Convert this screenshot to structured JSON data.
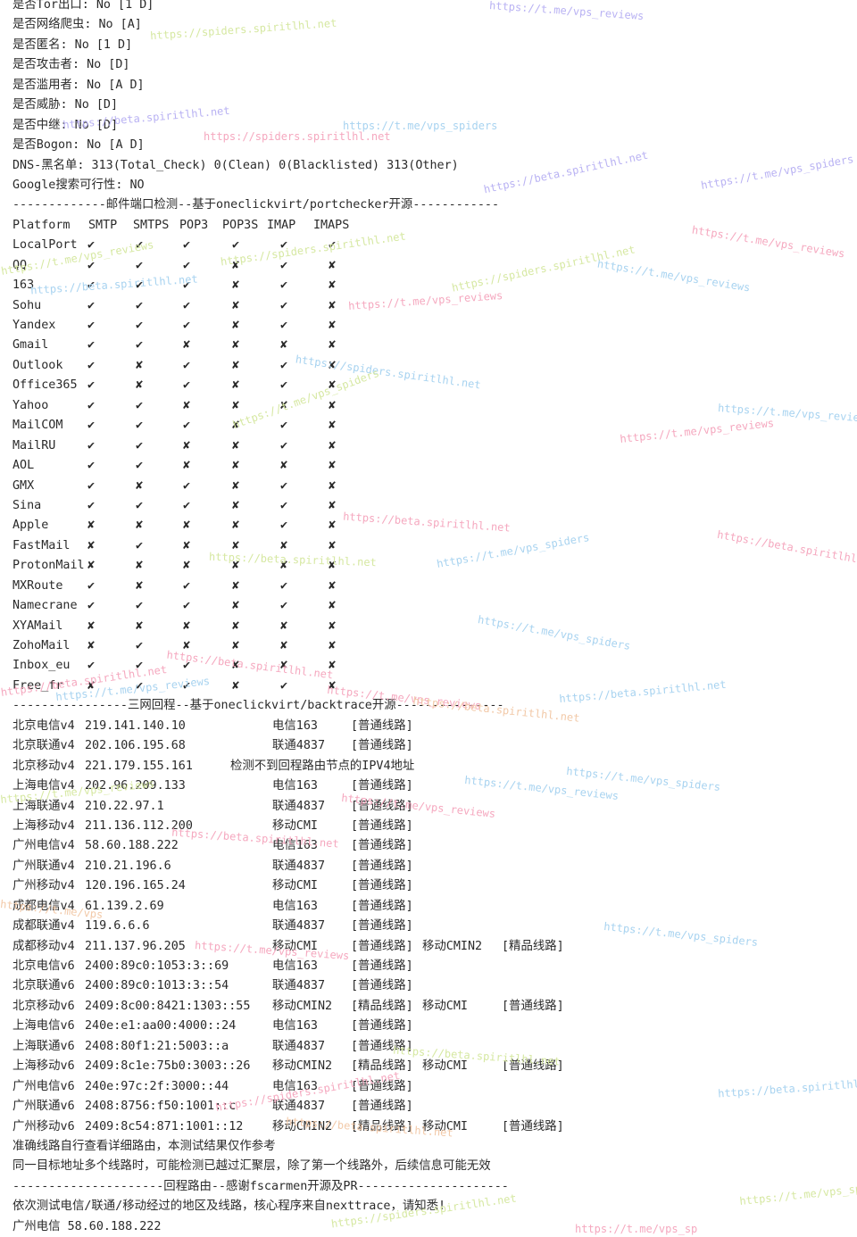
{
  "info_lines": [
    "是否Tor出口: No [1 D]",
    "是否网络爬虫: No [A]",
    "是否匿名: No [1 D]",
    "是否攻击者: No [D]",
    "是否滥用者: No [A D]",
    "是否威胁: No [D]",
    "是否中继: No [D]",
    "是否Bogon: No [A D]",
    "DNS-黑名单: 313(Total_Check) 0(Clean) 0(Blacklisted) 313(Other)",
    "Google搜索可行性: NO"
  ],
  "mail_section": {
    "divider": "-------------邮件端口检测--基于oneclickvirt/portchecker开源------------",
    "headers": [
      "Platform",
      "SMTP",
      "SMTPS",
      "POP3",
      "POP3S",
      "IMAP",
      "IMAPS"
    ],
    "yes_symbol": "✔",
    "no_symbol": "✘",
    "rows": [
      {
        "platform": "LocalPort",
        "ports": [
          "✔",
          "✔",
          "✔",
          "✔",
          "✔",
          "✔"
        ]
      },
      {
        "platform": "QQ",
        "ports": [
          "✔",
          "✔",
          "✔",
          "✘",
          "✔",
          "✘"
        ]
      },
      {
        "platform": "163",
        "ports": [
          "✔",
          "✔",
          "✔",
          "✘",
          "✔",
          "✘"
        ]
      },
      {
        "platform": "Sohu",
        "ports": [
          "✔",
          "✔",
          "✔",
          "✘",
          "✔",
          "✘"
        ]
      },
      {
        "platform": "Yandex",
        "ports": [
          "✔",
          "✔",
          "✔",
          "✘",
          "✔",
          "✘"
        ]
      },
      {
        "platform": "Gmail",
        "ports": [
          "✔",
          "✔",
          "✘",
          "✘",
          "✘",
          "✘"
        ]
      },
      {
        "platform": "Outlook",
        "ports": [
          "✔",
          "✘",
          "✔",
          "✘",
          "✔",
          "✘"
        ]
      },
      {
        "platform": "Office365",
        "ports": [
          "✔",
          "✘",
          "✔",
          "✘",
          "✔",
          "✘"
        ]
      },
      {
        "platform": "Yahoo",
        "ports": [
          "✔",
          "✔",
          "✘",
          "✘",
          "✘",
          "✘"
        ]
      },
      {
        "platform": "MailCOM",
        "ports": [
          "✔",
          "✔",
          "✔",
          "✘",
          "✔",
          "✘"
        ]
      },
      {
        "platform": "MailRU",
        "ports": [
          "✔",
          "✔",
          "✘",
          "✘",
          "✔",
          "✘"
        ]
      },
      {
        "platform": "AOL",
        "ports": [
          "✔",
          "✔",
          "✘",
          "✘",
          "✘",
          "✘"
        ]
      },
      {
        "platform": "GMX",
        "ports": [
          "✔",
          "✘",
          "✔",
          "✘",
          "✔",
          "✘"
        ]
      },
      {
        "platform": "Sina",
        "ports": [
          "✔",
          "✔",
          "✔",
          "✘",
          "✔",
          "✘"
        ]
      },
      {
        "platform": "Apple",
        "ports": [
          "✘",
          "✘",
          "✘",
          "✘",
          "✔",
          "✘"
        ]
      },
      {
        "platform": "FastMail",
        "ports": [
          "✘",
          "✔",
          "✘",
          "✘",
          "✘",
          "✘"
        ]
      },
      {
        "platform": "ProtonMail",
        "ports": [
          "✘",
          "✘",
          "✘",
          "✘",
          "✘",
          "✘"
        ]
      },
      {
        "platform": "MXRoute",
        "ports": [
          "✔",
          "✘",
          "✔",
          "✘",
          "✔",
          "✘"
        ]
      },
      {
        "platform": "Namecrane",
        "ports": [
          "✔",
          "✔",
          "✔",
          "✘",
          "✔",
          "✘"
        ]
      },
      {
        "platform": "XYAMail",
        "ports": [
          "✘",
          "✘",
          "✘",
          "✘",
          "✘",
          "✘"
        ]
      },
      {
        "platform": "ZohoMail",
        "ports": [
          "✘",
          "✔",
          "✘",
          "✘",
          "✘",
          "✘"
        ]
      },
      {
        "platform": "Inbox_eu",
        "ports": [
          "✔",
          "✔",
          "✔",
          "✘",
          "✘",
          "✘"
        ]
      },
      {
        "platform": "Free_fr",
        "ports": [
          "✘",
          "✔",
          "✔",
          "✘",
          "✔",
          "✘"
        ]
      }
    ]
  },
  "route_section": {
    "divider": "----------------三网回程--基于oneclickvirt/backtrace开源---------------",
    "rows": [
      {
        "location": "北京电信v4",
        "ip": "219.141.140.10",
        "c1": "电信163",
        "t1": "[普通线路]",
        "c2": "",
        "t2": "",
        "note": ""
      },
      {
        "location": "北京联通v4",
        "ip": "202.106.195.68",
        "c1": "联通4837",
        "t1": "[普通线路]",
        "c2": "",
        "t2": "",
        "note": ""
      },
      {
        "location": "北京移动v4",
        "ip": "221.179.155.161",
        "c1": "",
        "t1": "",
        "c2": "",
        "t2": "",
        "note": "检测不到回程路由节点的IPV4地址"
      },
      {
        "location": "上海电信v4",
        "ip": "202.96.209.133",
        "c1": "电信163",
        "t1": "[普通线路]",
        "c2": "",
        "t2": "",
        "note": ""
      },
      {
        "location": "上海联通v4",
        "ip": "210.22.97.1",
        "c1": "联通4837",
        "t1": "[普通线路]",
        "c2": "",
        "t2": "",
        "note": ""
      },
      {
        "location": "上海移动v4",
        "ip": "211.136.112.200",
        "c1": "移动CMI",
        "t1": "[普通线路]",
        "c2": "",
        "t2": "",
        "note": ""
      },
      {
        "location": "广州电信v4",
        "ip": "58.60.188.222",
        "c1": "电信163",
        "t1": "[普通线路]",
        "c2": "",
        "t2": "",
        "note": ""
      },
      {
        "location": "广州联通v4",
        "ip": "210.21.196.6",
        "c1": "联通4837",
        "t1": "[普通线路]",
        "c2": "",
        "t2": "",
        "note": ""
      },
      {
        "location": "广州移动v4",
        "ip": "120.196.165.24",
        "c1": "移动CMI",
        "t1": "[普通线路]",
        "c2": "",
        "t2": "",
        "note": ""
      },
      {
        "location": "成都电信v4",
        "ip": "61.139.2.69",
        "c1": "电信163",
        "t1": "[普通线路]",
        "c2": "",
        "t2": "",
        "note": ""
      },
      {
        "location": "成都联通v4",
        "ip": "119.6.6.6",
        "c1": "联通4837",
        "t1": "[普通线路]",
        "c2": "",
        "t2": "",
        "note": ""
      },
      {
        "location": "成都移动v4",
        "ip": "211.137.96.205",
        "c1": "移动CMI",
        "t1": "[普通线路]",
        "c2": "移动CMIN2",
        "t2": "[精品线路]",
        "note": ""
      },
      {
        "location": "北京电信v6",
        "ip": "2400:89c0:1053:3::69",
        "c1": "电信163",
        "t1": "[普通线路]",
        "c2": "",
        "t2": "",
        "note": ""
      },
      {
        "location": "北京联通v6",
        "ip": "2400:89c0:1013:3::54",
        "c1": "联通4837",
        "t1": "[普通线路]",
        "c2": "",
        "t2": "",
        "note": ""
      },
      {
        "location": "北京移动v6",
        "ip": "2409:8c00:8421:1303::55",
        "c1": "移动CMIN2",
        "t1": "[精品线路]",
        "c2": "移动CMI",
        "t2": "[普通线路]",
        "note": ""
      },
      {
        "location": "上海电信v6",
        "ip": "240e:e1:aa00:4000::24",
        "c1": "电信163",
        "t1": "[普通线路]",
        "c2": "",
        "t2": "",
        "note": ""
      },
      {
        "location": "上海联通v6",
        "ip": "2408:80f1:21:5003::a",
        "c1": "联通4837",
        "t1": "[普通线路]",
        "c2": "",
        "t2": "",
        "note": ""
      },
      {
        "location": "上海移动v6",
        "ip": "2409:8c1e:75b0:3003::26",
        "c1": "移动CMIN2",
        "t1": "[精品线路]",
        "c2": "移动CMI",
        "t2": "[普通线路]",
        "note": ""
      },
      {
        "location": "广州电信v6",
        "ip": "240e:97c:2f:3000::44",
        "c1": "电信163",
        "t1": "[普通线路]",
        "c2": "",
        "t2": "",
        "note": ""
      },
      {
        "location": "广州联通v6",
        "ip": "2408:8756:f50:1001::c",
        "c1": "联通4837",
        "t1": "[普通线路]",
        "c2": "",
        "t2": "",
        "note": ""
      },
      {
        "location": "广州移动v6",
        "ip": "2409:8c54:871:1001::12",
        "c1": "移动CMIN2",
        "t1": "[精品线路]",
        "c2": "移动CMI",
        "t2": "[普通线路]",
        "note": ""
      }
    ],
    "notes": [
      "准确线路自行查看详细路由，本测试结果仅作参考",
      "同一目标地址多个线路时，可能检测已越过汇聚层，除了第一个线路外，后续信息可能无效"
    ]
  },
  "trace_section": {
    "divider": "---------------------回程路由--感谢fscarmen开源及PR---------------------",
    "intro": "依次测试电信/联通/移动经过的地区及线路，核心程序来自nexttrace，请知悉!",
    "first_target": "广州电信 58.60.188.222"
  },
  "watermarks": {
    "colors": [
      "#b9b2f3",
      "#a8d3f0",
      "#f5a8bf",
      "#d6e8a2",
      "#f2c9a8"
    ],
    "texts": [
      "https://t.me/vps_reviews",
      "https://spiders.spiritlhl.net",
      "https://beta.spiritlhl.net",
      "https://t.me/vps_spiders",
      "https://spiders.spiritlhl.net",
      "https://beta.spiritlhl.net",
      "https://t.me/vps_spiders",
      "https://t.me/vps_reviews",
      "https://t.me/vps_reviews",
      "https://t.me/vps_reviews",
      "https://spiders.spiritlhl.net",
      "https://t.me/vps_reviews",
      "https://spiders.spiritlhl.net",
      "https://beta.spiritlhl.net",
      "https://spiders.spiritlhl.net",
      "https://t.me/vps_spiders",
      "https://t.me/vps_reviews",
      "https://t.me/vps_reviews",
      "https://t.me/vps_spiders",
      "https://beta.spiritlhl.net",
      "https://beta.spiritlhl.net",
      "https://t.me/vps_spiders",
      "https://beta.spiritlhl.net",
      "https://beta.spiritlhl.net",
      "https://beta.spiritlhl.net",
      "https://beta.spiritlhl.net",
      "https://t.me/vps_reviews",
      "https://t.me/vps_reviews",
      "https://beta.spiritlhl.net",
      "https://t.me/vps_spiders",
      "https://t.me/vps_reviews",
      "https://t.me/vps_reviews",
      "https://beta.spiritlhl.net",
      "https://t.me/vps_reviews",
      "https://t.me/vps_spiders",
      "https://t.me/vps_reviews",
      "https://beta.spiritlhl.net",
      "https://beta.spiritlhl.net",
      "https://spiders.spiritlhl.net",
      "https://beta.spiritlhl.net",
      "https://t.me/vps_spiders",
      "https://spiders.spiritlhl.net",
      "https://t.me/vps_sp",
      "https://t.me/vps"
    ]
  }
}
